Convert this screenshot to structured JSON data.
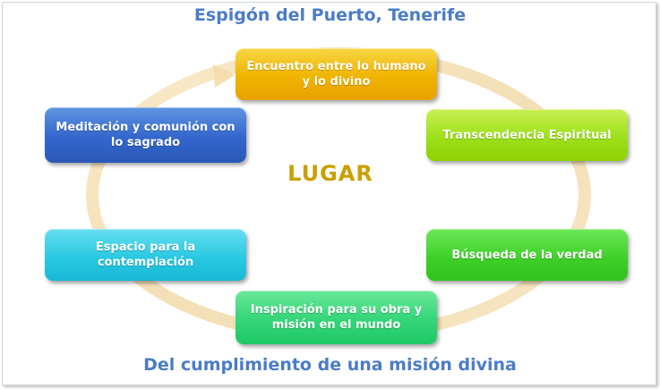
{
  "title": "Espigón del Puerto, Tenerife",
  "subtitle": "Del cumplimiento de una misión divina",
  "center_label": "LUGAR",
  "nodes": {
    "top": "Encuentro entre lo humano y lo divino",
    "top_right": "Transcendencia Espiritual",
    "bottom_right": "Búsqueda de la verdad",
    "bottom": "Inspiración para su obra y misión en el mundo",
    "bottom_left": "Espacio para la contemplación",
    "top_left": "Meditación y comunión con lo sagrado"
  },
  "colors": {
    "title": "#4a7cc9",
    "center": "#c9a000",
    "ring": "#f5deb0",
    "top": "#f1b400",
    "top_right": "#9de01c",
    "bottom_right": "#3fd12a",
    "bottom": "#33d678",
    "bottom_left": "#2ac9e2",
    "top_left": "#3366cc"
  }
}
